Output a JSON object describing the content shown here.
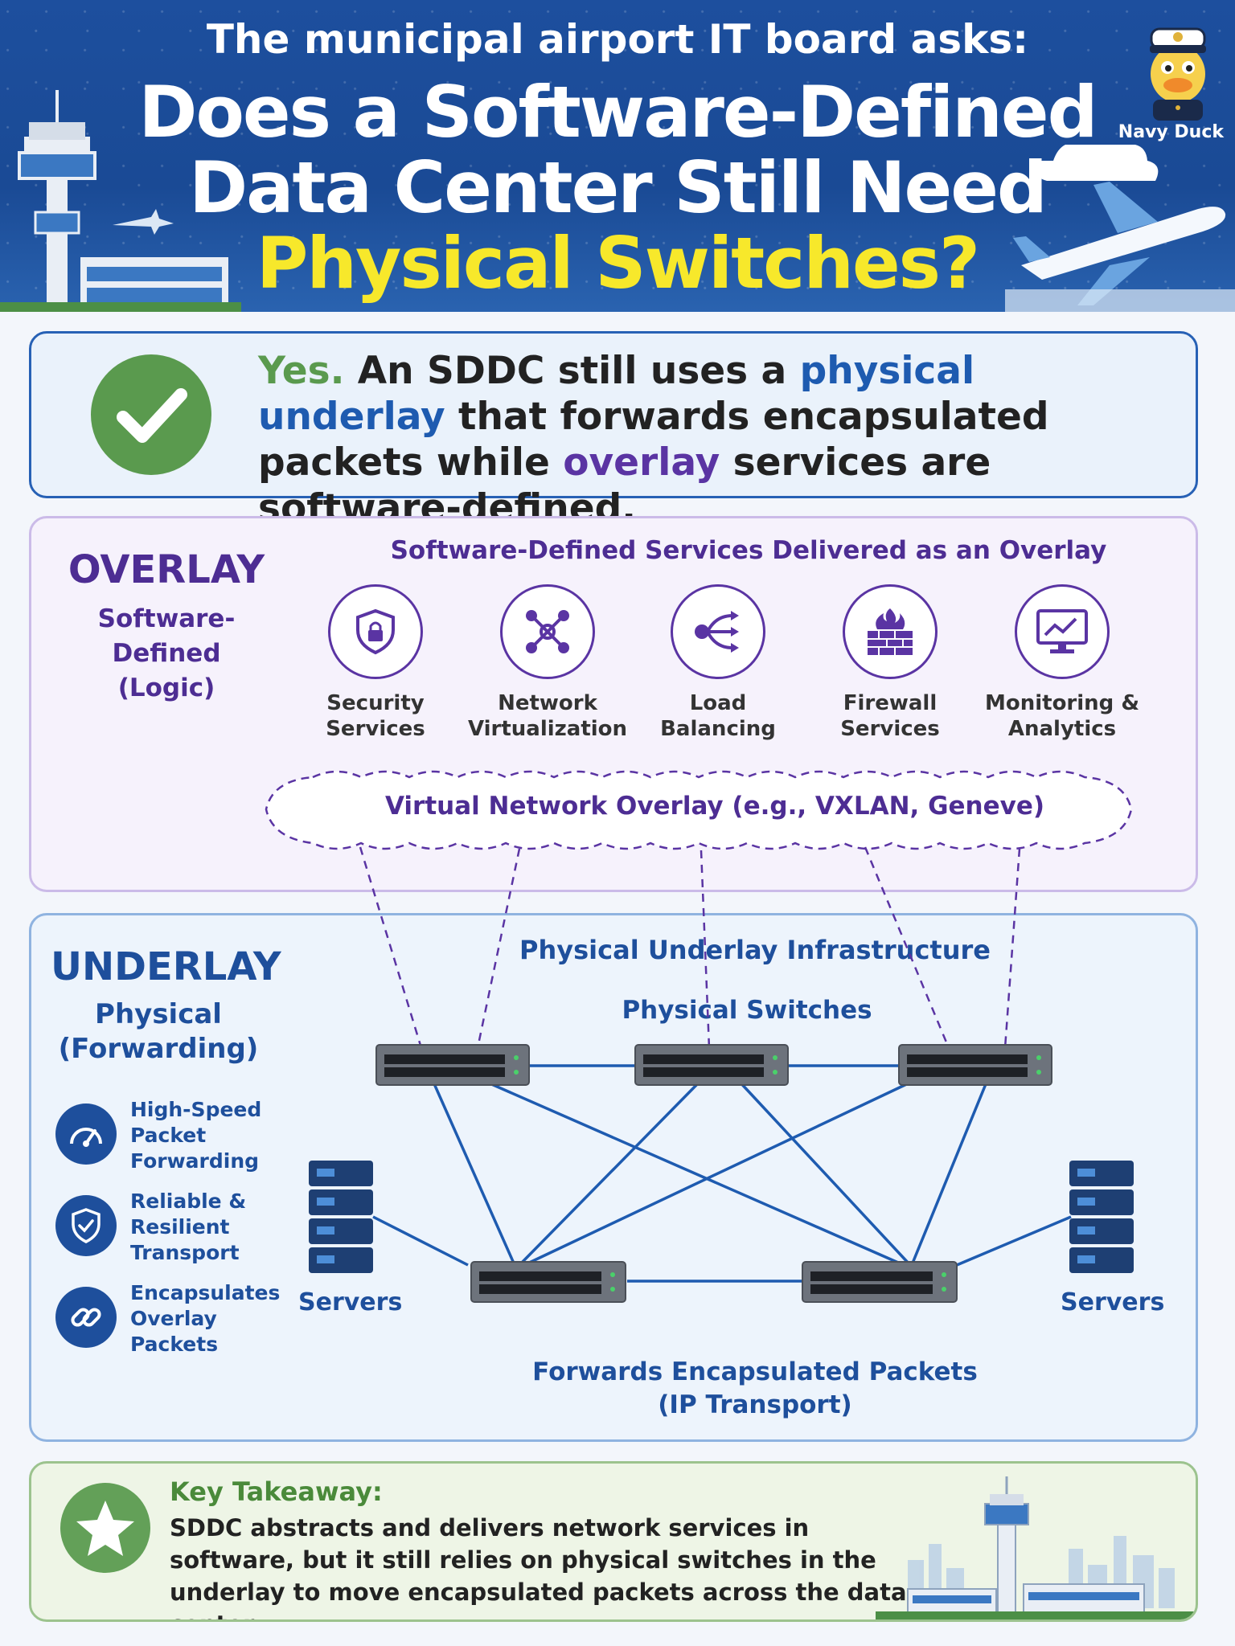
{
  "header": {
    "kicker": "The municipal airport IT board asks:",
    "title_line1": "Does a Software-Defined",
    "title_line2": "Data Center Still Need",
    "title_line3": "Physical Switches?",
    "mascot_label": "Navy Duck"
  },
  "answer": {
    "yes": "Yes.",
    "part1": " An SDDC still uses a ",
    "physical_underlay": "physical underlay",
    "part2": " that forwards encapsulated packets while ",
    "overlay": "overlay",
    "part3": " services are software-defined."
  },
  "overlay": {
    "title": "OVERLAY",
    "subtitle": "Software-Defined\n(Logic)",
    "heading": "Software-Defined Services Delivered as an Overlay",
    "services": [
      {
        "label": "Security\nServices",
        "icon": "shield-lock-icon"
      },
      {
        "label": "Network\nVirtualization",
        "icon": "network-nodes-icon"
      },
      {
        "label": "Load\nBalancing",
        "icon": "load-balancer-icon"
      },
      {
        "label": "Firewall\nServices",
        "icon": "firewall-icon"
      },
      {
        "label": "Monitoring &\nAnalytics",
        "icon": "monitor-chart-icon"
      }
    ],
    "virtual_network": "Virtual Network Overlay (e.g., VXLAN, Geneve)"
  },
  "underlay": {
    "title": "UNDERLAY",
    "subtitle": "Physical\n(Forwarding)",
    "features": [
      {
        "label": "High-Speed\nPacket\nForwarding",
        "icon": "speedometer-icon"
      },
      {
        "label": "Reliable &\nResilient\nTransport",
        "icon": "shield-check-icon"
      },
      {
        "label": "Encapsulates\nOverlay\nPackets",
        "icon": "link-icon"
      }
    ],
    "heading": "Physical Underlay Infrastructure",
    "switches_heading": "Physical Switches",
    "servers_left": "Servers",
    "servers_right": "Servers",
    "forwards": "Forwards Encapsulated Packets\n(IP Transport)"
  },
  "takeaway": {
    "title": "Key Takeaway:",
    "text": "SDDC abstracts and delivers network services in software, but it still relies on physical switches in the underlay to move encapsulated packets across the data center."
  },
  "colors": {
    "header_blue": "#1d4f9e",
    "title_yellow": "#f7e82b",
    "yes_green": "#5a9a4e",
    "overlay_purple": "#5a34a3",
    "underlay_blue": "#1e4f9c",
    "takeaway_green": "#63a058"
  }
}
